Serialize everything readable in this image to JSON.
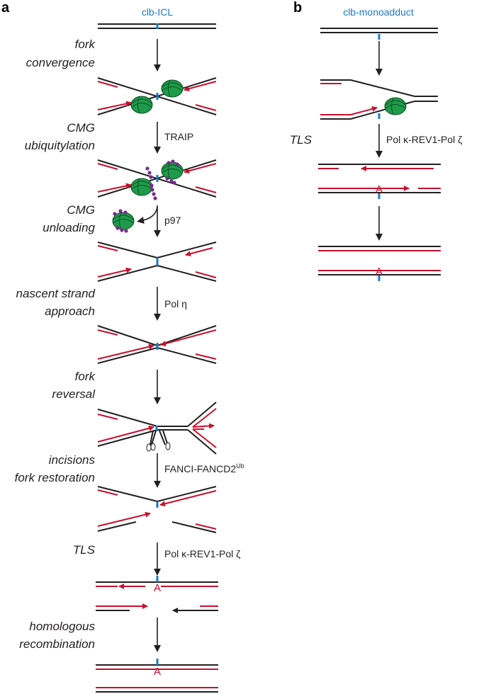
{
  "panels": [
    {
      "letter": "a",
      "title": "clb-ICL",
      "steps": [
        {
          "label_lines": [
            "fork",
            "convergence"
          ],
          "enzyme": ""
        },
        {
          "label_lines": [
            "CMG",
            "ubiquitylation"
          ],
          "enzyme": "TRAIP"
        },
        {
          "label_lines": [
            "CMG",
            "unloading"
          ],
          "enzyme": "p97"
        },
        {
          "label_lines": [
            "nascent strand",
            "approach"
          ],
          "enzyme": "Pol η"
        },
        {
          "label_lines": [
            "fork",
            "reversal"
          ],
          "enzyme": ""
        },
        {
          "label_lines": [
            "incisions",
            "fork restoration"
          ],
          "enzyme": "FANCI-FANCD2",
          "enzyme_sup": "Ub"
        },
        {
          "label_lines": [
            "TLS"
          ],
          "enzyme": "Pol κ-REV1-Pol ζ"
        },
        {
          "label_lines": [
            "homologous",
            "recombination"
          ],
          "enzyme": ""
        }
      ]
    },
    {
      "letter": "b",
      "title": "clb-monoadduct",
      "steps": [
        {
          "label_lines": [],
          "enzyme": ""
        },
        {
          "label_lines": [
            "TLS"
          ],
          "enzyme": "Pol κ-REV1-Pol ζ"
        },
        {
          "label_lines": [],
          "enzyme": ""
        }
      ]
    }
  ],
  "adduct_marker": "A",
  "colors": {
    "parental": "#231f20",
    "nascent": "#c8102e",
    "lesion": "#1a7bc4",
    "cmg": "#1e9b4a",
    "ubiquitin": "#7b2a8c"
  }
}
